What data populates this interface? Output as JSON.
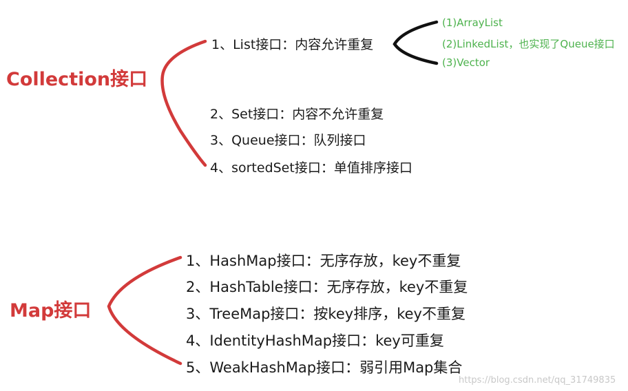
{
  "collection": {
    "title": "Collection接口",
    "items": [
      "1、List接口：内容允许重复",
      "2、Set接口：内容不允许重复",
      "3、Queue接口：队列接口",
      "4、sortedSet接口：单值排序接口"
    ],
    "list_impls": [
      "(1)ArrayList",
      "(2)LinkedList，也实现了Queue接口",
      "(3)Vector"
    ]
  },
  "map": {
    "title": "Map接口",
    "items": [
      "1、HashMap接口：无序存放，key不重复",
      "2、HashTable接口：无序存放，key不重复",
      "3、TreeMap接口：按key排序，key不重复",
      "4、IdentityHashMap接口：key可重复",
      "5、WeakHashMap接口：弱引用Map集合"
    ]
  },
  "watermark": "https://blog.csdn.net/qq_31749835",
  "colors": {
    "root": "#d23a3a",
    "brace_red": "#d23a3a",
    "brace_black": "#111111",
    "sub_green": "#4db24d",
    "text": "#1a1a1a"
  }
}
